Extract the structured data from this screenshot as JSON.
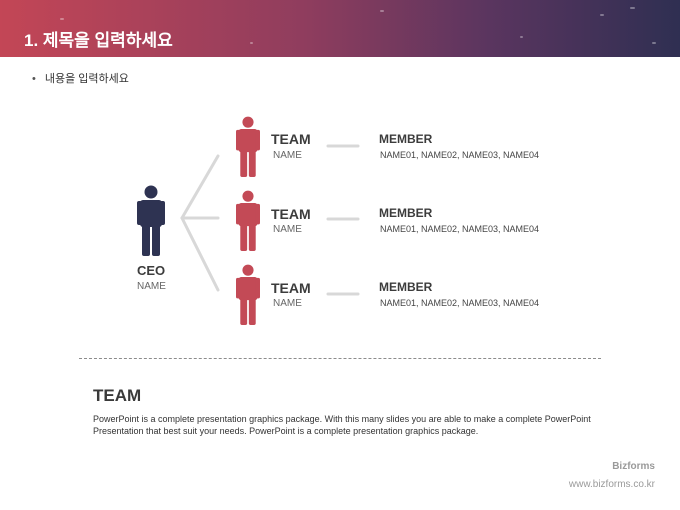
{
  "header": {
    "title": "1. 제목을 입력하세요"
  },
  "bullet": {
    "text": "내용을 입력하세요"
  },
  "ceo": {
    "title": "CEO",
    "name": "NAME"
  },
  "teams": [
    {
      "title": "TEAM",
      "name": "NAME",
      "member_title": "MEMBER",
      "members": "NAME01,  NAME02,  NAME03,  NAME04"
    },
    {
      "title": "TEAM",
      "name": "NAME",
      "member_title": "MEMBER",
      "members": "NAME01,  NAME02,  NAME03,  NAME04"
    },
    {
      "title": "TEAM",
      "name": "NAME",
      "member_title": "MEMBER",
      "members": "NAME01,  NAME02,  NAME03,  NAME04"
    }
  ],
  "footer": {
    "title": "TEAM",
    "text": " PowerPoint is a complete presentation graphics package. With this many slides you are able to make a complete PowerPoint Presentation that best suit your needs. PowerPoint is a complete presentation graphics package."
  },
  "brand": {
    "name": "Bizforms",
    "url": "www.bizforms.co.kr"
  },
  "colors": {
    "team_figure": "#c34a56",
    "ceo_figure": "#2e3352",
    "connector": "#d8d8d8"
  },
  "icons": {
    "ceo": "person-icon",
    "team": "person-icon"
  }
}
